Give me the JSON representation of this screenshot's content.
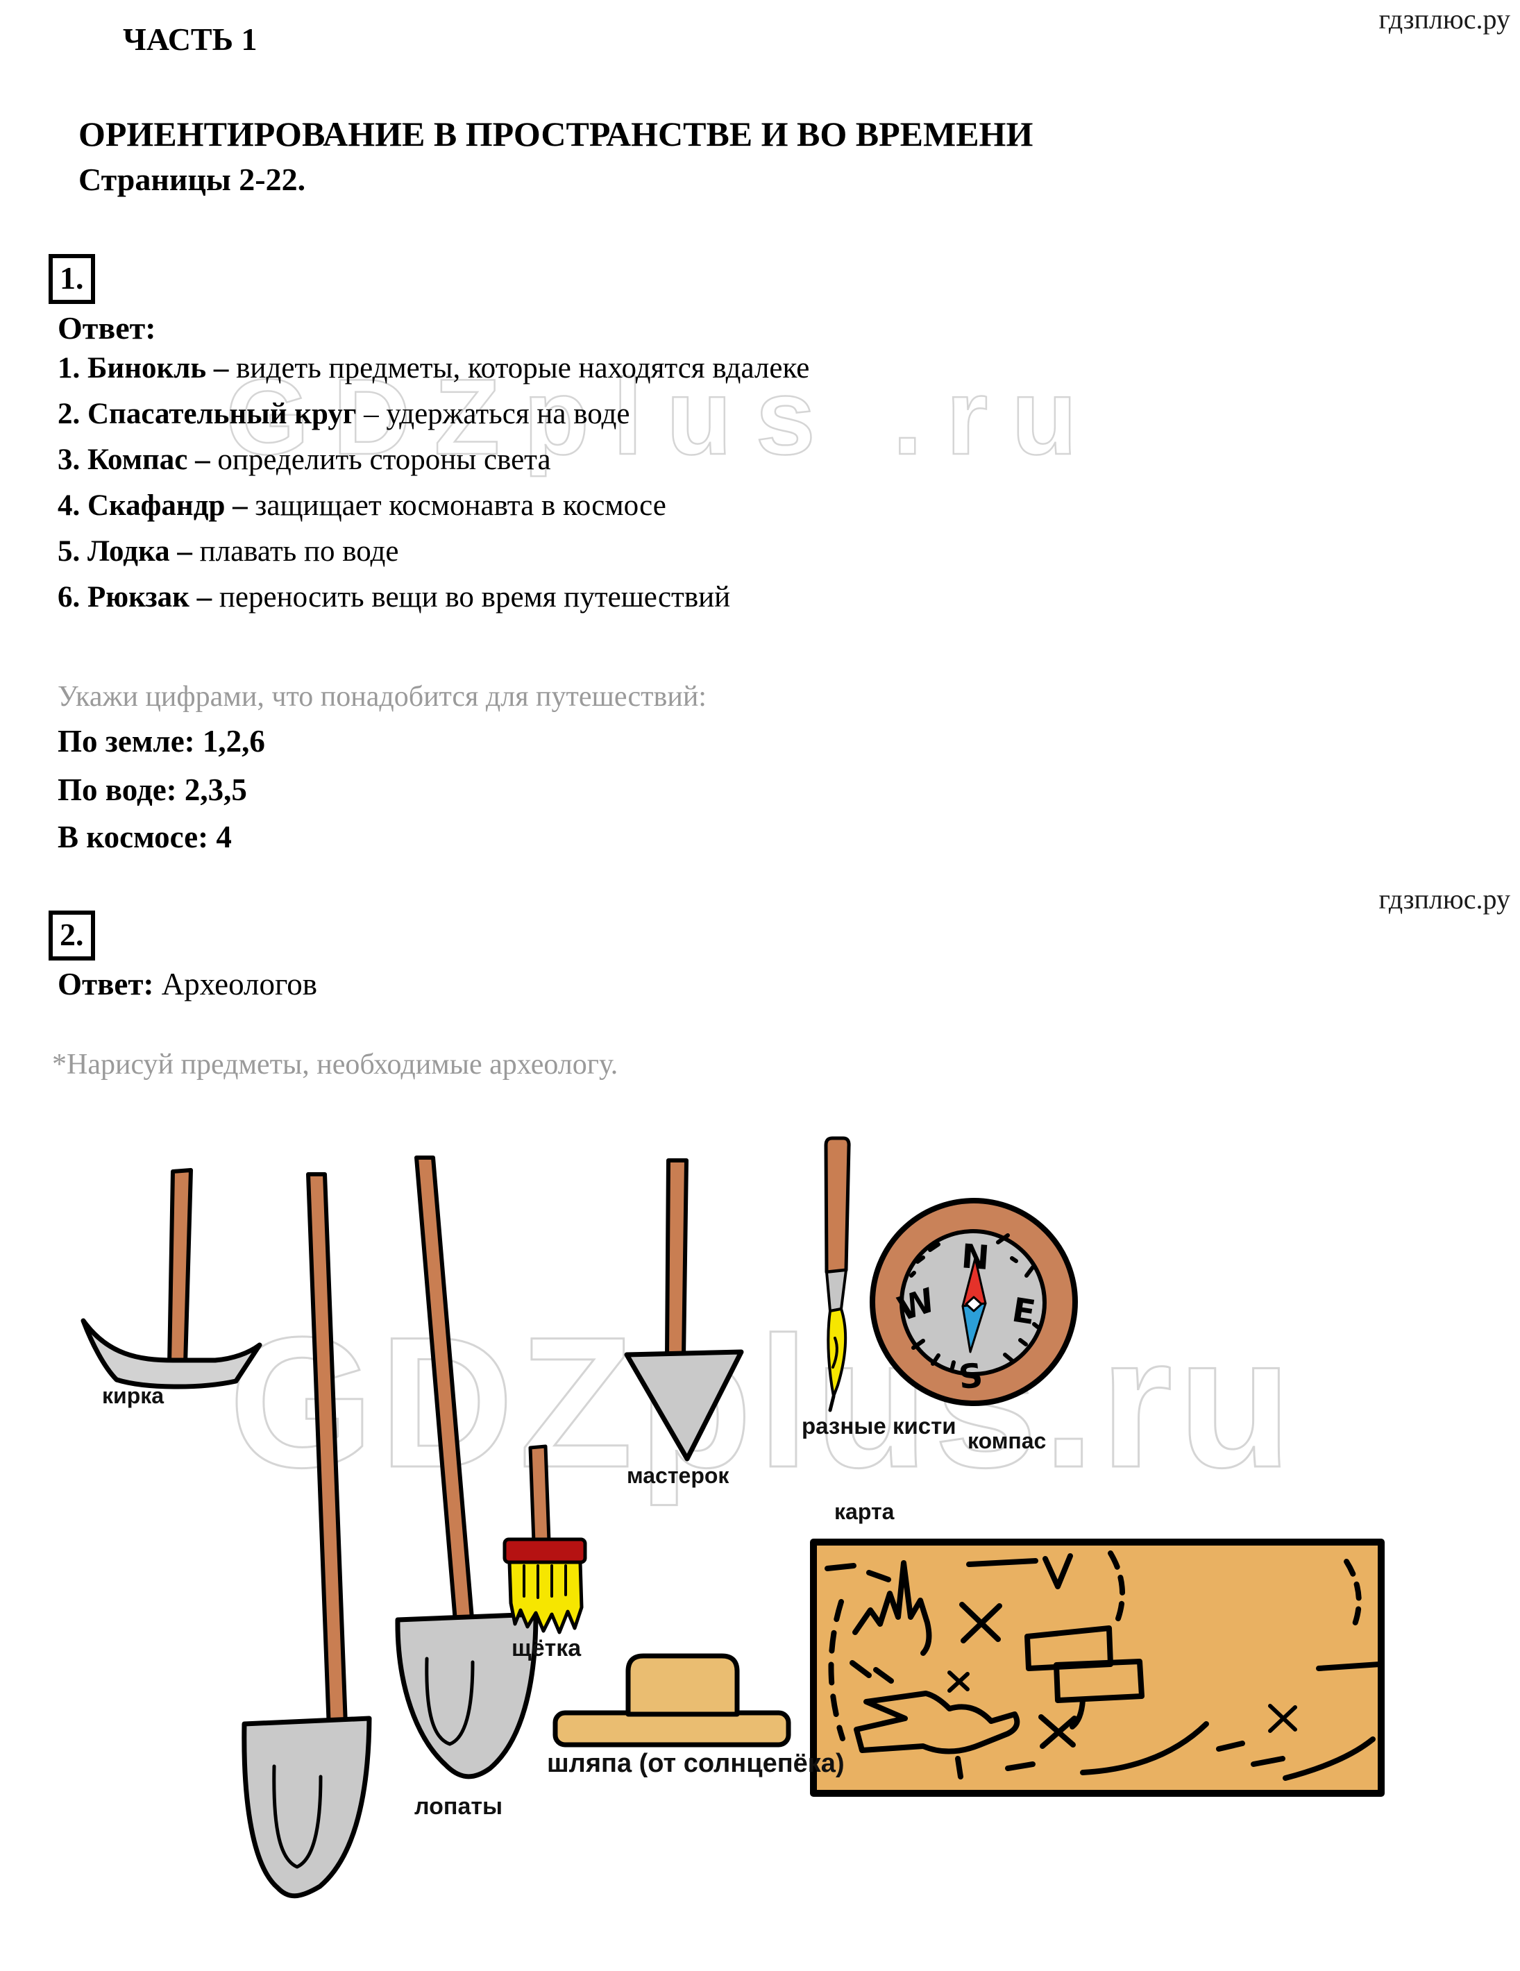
{
  "page": {
    "part_label": "ЧАСТЬ 1",
    "title": "ОРИЕНТИРОВАНИЕ В ПРОСТРАНСТВЕ И ВО ВРЕМЕНИ",
    "subtitle": "Страницы 2-22.",
    "site_top": "гдзплюс.ру",
    "site_mid": "гдзплюс.ру",
    "watermark_top": "GDZplus .ru",
    "watermark_bottom": "GDZplus.ru"
  },
  "task1": {
    "number": "1.",
    "answer_label": "Ответ:",
    "items": [
      {
        "bold": "1. Бинокль –",
        "rest": " видеть предметы, которые находятся вдалеке"
      },
      {
        "bold": "2. Спасательный круг",
        "rest": " – удержаться на воде"
      },
      {
        "bold": "3. Компас –",
        "rest": " определить стороны света"
      },
      {
        "bold": "4. Скафандр –",
        "rest": " защищает космонавта в космосе"
      },
      {
        "bold": "5. Лодка –",
        "rest": " плавать по воде"
      },
      {
        "bold": "6. Рюкзак –",
        "rest": " переносить вещи во время путешествий"
      }
    ],
    "prompt": "Укажи цифрами, что понадобится для путешествий:",
    "answer_land": "По земле: 1,2,6",
    "answer_water": "По воде: 2,3,5",
    "answer_space": "В космосе: 4"
  },
  "task2": {
    "number": "2.",
    "answer_label": "Ответ:",
    "answer_value": " Археологов",
    "note": "*Нарисуй предметы, необходимые археологу."
  },
  "drawing": {
    "labels": {
      "pickaxe": "кирка",
      "shovels": "лопаты",
      "brush": "щётка",
      "trowel": "мастерок",
      "paintbrushes": "разные кисти",
      "compass": "компас",
      "map": "карта",
      "hat": "шляпа (от солнцепёка)"
    },
    "compass_directions": {
      "n": "N",
      "e": "E",
      "s": "S",
      "w": "W"
    },
    "colors": {
      "handle_brown": "#c97e52",
      "blade_gray": "#d2d2d2",
      "shovel_gray": "#c9c9c9",
      "bristle_yellow": "#f6e600",
      "band_red": "#b51212",
      "compass_ring": "#c98259",
      "compass_face": "#c6c6c6",
      "needle_red": "#e5322a",
      "needle_blue": "#2c9fd8",
      "map_tan": "#e9b162",
      "hat_tan": "#eabd71",
      "watermark_gray": "#d5d5d5",
      "muted_text": "#9a9a9a"
    }
  }
}
